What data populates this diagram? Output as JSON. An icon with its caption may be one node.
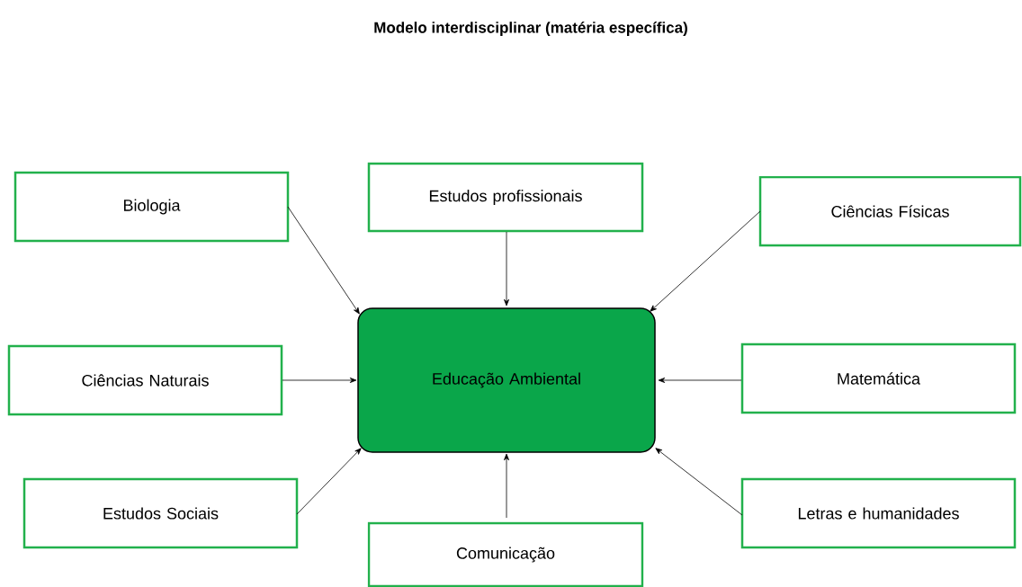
{
  "diagram": {
    "title": "Modelo interdisciplinar (matéria específica)",
    "nodes": [
      {
        "text": [
          "Biologia"
        ]
      },
      {
        "text": [
          "Estudos profissionais"
        ]
      },
      {
        "text": [
          "Ciências Físicas"
        ]
      },
      {
        "text": [
          "Ciências Naturais"
        ]
      },
      {
        "text": [
          "Educação Ambiental"
        ]
      },
      {
        "text": [
          "Matemática"
        ]
      },
      {
        "text": [
          "Estudos Sociais"
        ]
      },
      {
        "text": [
          "Letras e humanidades"
        ]
      },
      {
        "text": [
          "Comunicação"
        ]
      }
    ],
    "edges": [
      {
        "from": 0,
        "to": 4,
        "arrow": "to"
      },
      {
        "from": 1,
        "to": 4,
        "arrow": "to"
      },
      {
        "from": 2,
        "to": 4,
        "arrow": "to"
      },
      {
        "from": 3,
        "to": 4,
        "arrow": "to"
      },
      {
        "from": 5,
        "to": 4,
        "arrow": "to"
      },
      {
        "from": 6,
        "to": 4,
        "arrow": "to"
      },
      {
        "from": 7,
        "to": 4,
        "arrow": "to"
      },
      {
        "from": 8,
        "to": 4,
        "arrow": "to"
      }
    ]
  }
}
